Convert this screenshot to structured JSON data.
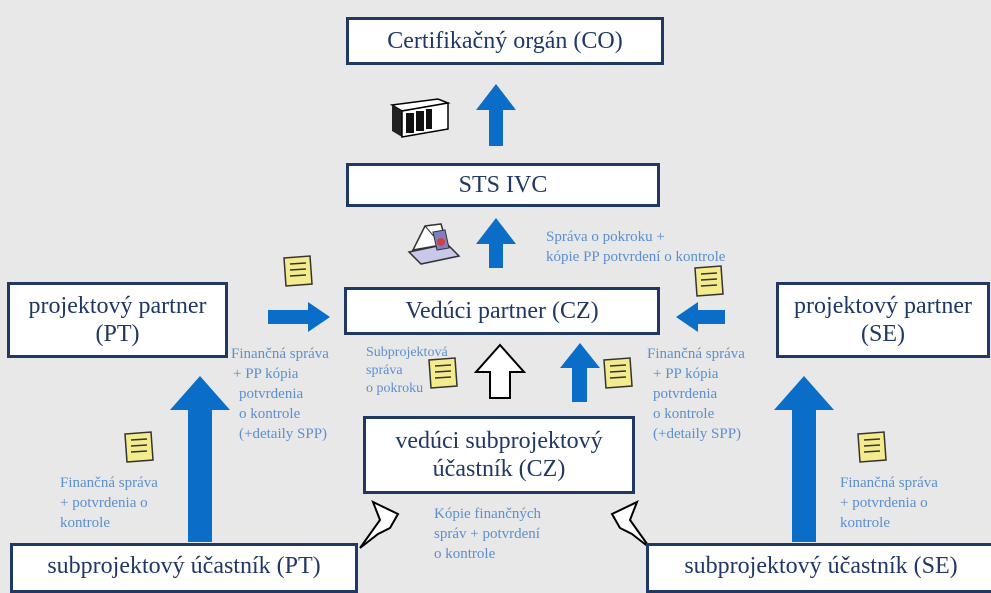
{
  "boxes": {
    "co": "Certifikačný orgán (CO)",
    "sts": "STS  IVC",
    "lead": "Vedúci partner (CZ)",
    "pt_line1": "projektový partner",
    "pt_line2": "(PT)",
    "se_line1": "projektový partner",
    "se_line2": "(SE)",
    "sub_lead_line1": "vedúci subprojektový",
    "sub_lead_line2": "účastník (CZ)",
    "sub_pt": "subprojektový účastník (PT)",
    "sub_se": "subprojektový účastník (SE)"
  },
  "notes": {
    "progress_line1": "Správa o pokroku +",
    "progress_line2": "kópie  PP potvrdení o kontrole",
    "fin_left": [
      "Finančná správa",
      "+ PP kópia",
      "potvrdenia",
      "o kontrole",
      "(+detaily SPP)"
    ],
    "fin_right": [
      "Finančná správa",
      "+ PP kópia",
      "potvrdenia",
      "o kontrole",
      "(+detaily SPP)"
    ],
    "subproject_report": [
      "Subprojektová",
      "správa",
      "o pokroku"
    ],
    "fin_pt": [
      "Finančná správa",
      "+ potvrdenia o",
      "kontrole"
    ],
    "fin_se": [
      "Finančná správa",
      "+ potvrdenia o",
      "kontrole"
    ],
    "copies": [
      "Kópie finančných",
      "správ + potvrdení",
      "o kontrole"
    ]
  },
  "colors": {
    "box_border": "#1f3864",
    "arrow": "#0a6ec8",
    "note_text": "#5b8fd0",
    "background": "#e8e8e8"
  }
}
